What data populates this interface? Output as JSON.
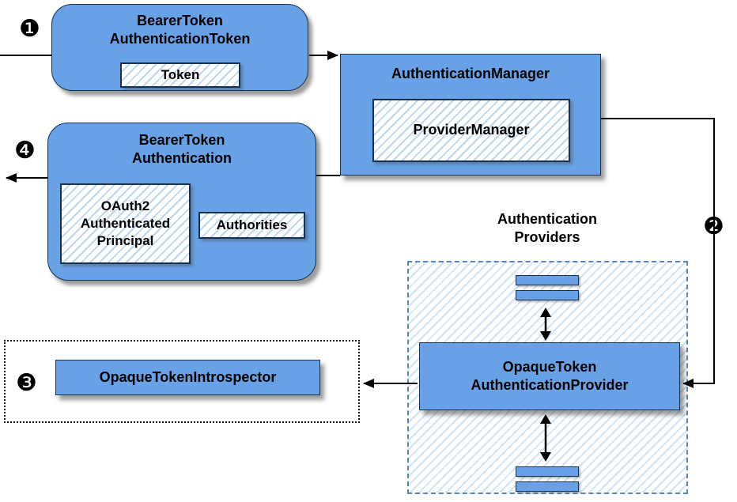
{
  "colors": {
    "node_fill": "#68a1e6",
    "node_border": "#16324f",
    "hatch_line": "#bcd6f2",
    "providers_area_border": "#5585bb",
    "connector": "#000000"
  },
  "steps": {
    "s1": "❶",
    "s2": "❷",
    "s3": "❸",
    "s4": "❹"
  },
  "nodes": {
    "token": {
      "title": [
        "BearerToken",
        "AuthenticationToken"
      ],
      "inner": "Token"
    },
    "manager": {
      "title": "AuthenticationManager",
      "inner": "ProviderManager"
    },
    "authentication": {
      "title": [
        "BearerToken",
        "Authentication"
      ],
      "principal": [
        "OAuth2",
        "Authenticated",
        "Principal"
      ],
      "authorities": "Authorities"
    },
    "providers": {
      "title": [
        "Authentication",
        "Providers"
      ],
      "provider": [
        "OpaqueToken",
        "AuthenticationProvider"
      ]
    },
    "introspector": {
      "label": "OpaqueTokenIntrospector"
    }
  }
}
